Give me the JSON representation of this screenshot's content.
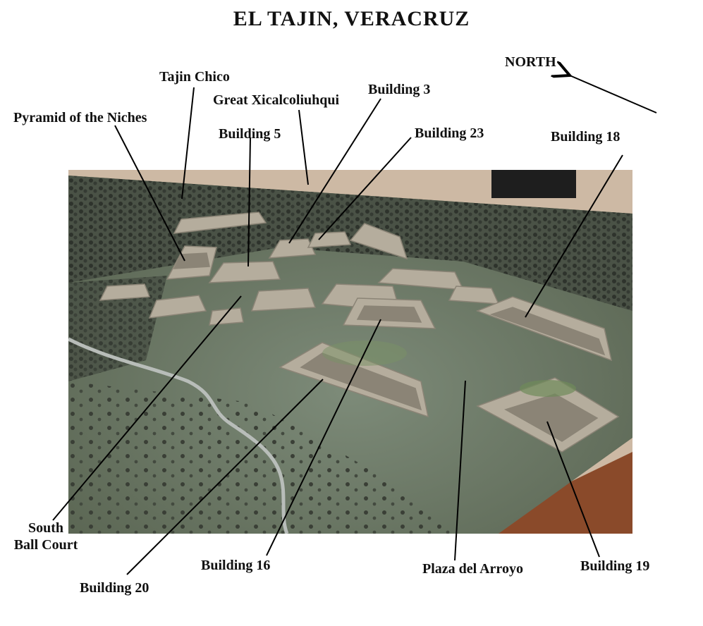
{
  "title": "EL  TAJIN,  VERACRUZ",
  "compass": {
    "label": "NORTH"
  },
  "labels": {
    "tajin_chico": "Tajin Chico",
    "great_xicalcoliuhqui": "Great Xicalcoliuhqui",
    "building_3": "Building 3",
    "pyramid_niches": "Pyramid of the Niches",
    "building_5": "Building 5",
    "building_23": "Building 23",
    "building_18": "Building 18",
    "south_ball_court_1": "South",
    "south_ball_court_2": "Ball Court",
    "building_16": "Building 16",
    "building_20": "Building 20",
    "plaza_del_arroyo": "Plaza del Arroyo",
    "building_19": "Building 19"
  },
  "colors": {
    "ground": "#6e7c6a",
    "forest": "#3b4138",
    "structure": "#b5ad9d",
    "structure_shadow": "#8b8476",
    "table_edge": "#8a4a2a",
    "stream": "#b8bdb9",
    "leader_line": "#000000"
  }
}
